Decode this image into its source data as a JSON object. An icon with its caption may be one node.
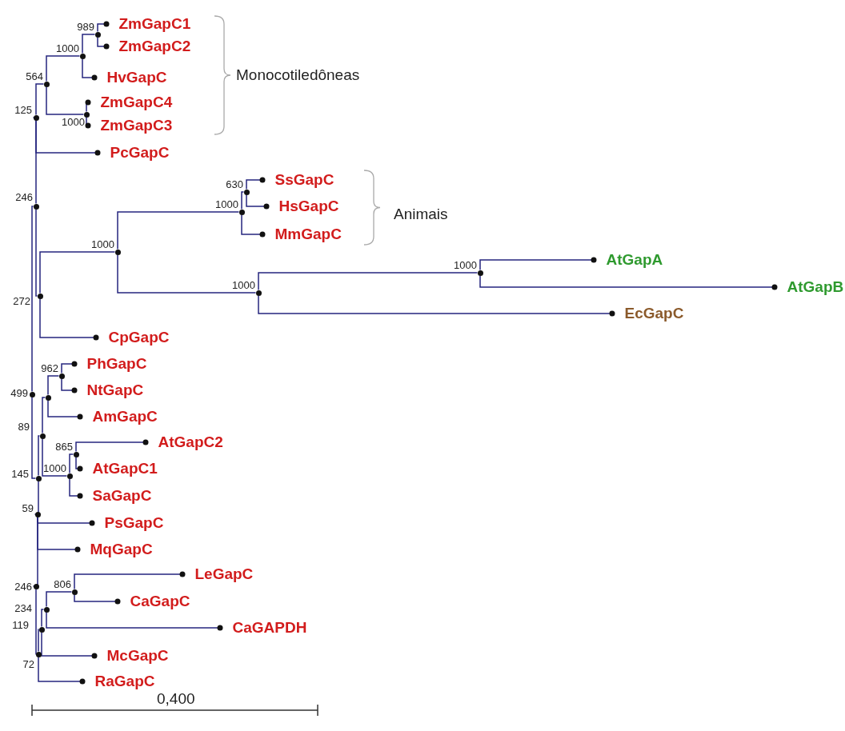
{
  "diagram": {
    "nodes": [
      {
        "text": [],
        "shape": "circle",
        "beside": [
          "499"
        ]
      },
      {
        "text": [],
        "shape": "circle",
        "beside": [
          "246"
        ]
      },
      {
        "text": [],
        "shape": "circle",
        "beside": [
          "125"
        ]
      },
      {
        "text": [],
        "shape": "circle",
        "beside": [
          "564"
        ]
      },
      {
        "text": [],
        "shape": "circle",
        "beside": [
          "1000"
        ]
      },
      {
        "text": [],
        "shape": "circle",
        "beside": [
          "989"
        ]
      },
      {
        "text": [
          "ZmGapC1"
        ]
      },
      {
        "text": [
          "ZmGapC2"
        ]
      },
      {
        "text": [
          "HvGapC"
        ]
      },
      {
        "text": [],
        "shape": "circle",
        "beside": [
          "1000"
        ]
      },
      {
        "text": [
          "ZmGapC4"
        ]
      },
      {
        "text": [
          "ZmGapC3"
        ]
      },
      {
        "text": [
          "PcGapC"
        ]
      },
      {
        "text": [],
        "shape": "circle",
        "beside": [
          "272"
        ]
      },
      {
        "text": [],
        "shape": "circle",
        "beside": [
          "1000"
        ]
      },
      {
        "text": [],
        "shape": "circle",
        "beside": [
          "1000"
        ]
      },
      {
        "text": [],
        "shape": "circle",
        "beside": [
          "630"
        ]
      },
      {
        "text": [
          "SsGapC"
        ]
      },
      {
        "text": [
          "HsGapC"
        ]
      },
      {
        "text": [
          "MmGapC"
        ]
      },
      {
        "text": [],
        "shape": "circle",
        "beside": [
          "1000"
        ]
      },
      {
        "text": [],
        "shape": "circle",
        "beside": [
          "1000"
        ]
      },
      {
        "text": [
          "AtGapA"
        ]
      },
      {
        "text": [
          "AtGapB"
        ]
      },
      {
        "text": [
          "EcGapC"
        ]
      },
      {
        "text": [
          "CpGapC"
        ]
      },
      {
        "text": [],
        "shape": "circle",
        "beside": [
          "145"
        ]
      },
      {
        "text": [],
        "shape": "circle",
        "beside": [
          "89"
        ]
      },
      {
        "text": [],
        "shape": "circle"
      },
      {
        "text": [],
        "shape": "circle",
        "beside": [
          "962"
        ]
      },
      {
        "text": [
          "PhGapC"
        ]
      },
      {
        "text": [
          "NtGapC"
        ]
      },
      {
        "text": [
          "AmGapC"
        ]
      },
      {
        "text": [],
        "shape": "circle",
        "beside": [
          "1000"
        ]
      },
      {
        "text": [],
        "shape": "circle",
        "beside": [
          "865"
        ]
      },
      {
        "text": [
          "AtGapC2"
        ]
      },
      {
        "text": [
          "AtGapC1"
        ]
      },
      {
        "text": [
          "SaGapC"
        ]
      },
      {
        "text": [],
        "shape": "circle",
        "beside": [
          "59"
        ]
      },
      {
        "text": [
          "PsGapC"
        ]
      },
      {
        "text": [
          "MqGapC"
        ]
      },
      {
        "text": [],
        "shape": "circle",
        "beside": [
          "246"
        ]
      },
      {
        "text": [],
        "shape": "circle",
        "beside": [
          "72"
        ]
      },
      {
        "text": [],
        "shape": "circle",
        "beside": [
          "119"
        ]
      },
      {
        "text": [],
        "shape": "circle",
        "beside": [
          "234"
        ]
      },
      {
        "text": [],
        "shape": "circle",
        "beside": [
          "806"
        ]
      },
      {
        "text": [
          "LeGapC"
        ]
      },
      {
        "text": [
          "CaGapC"
        ]
      },
      {
        "text": [
          "CaGAPDH"
        ]
      },
      {
        "text": [
          "McGapC"
        ]
      },
      {
        "text": [
          "RaGapC"
        ]
      }
    ],
    "edges": [
      {
        "from": 0,
        "to": 1,
        "arrow": "none"
      },
      {
        "from": 1,
        "to": 2,
        "arrow": "none"
      },
      {
        "from": 2,
        "to": 3,
        "arrow": "none"
      },
      {
        "from": 3,
        "to": 4,
        "arrow": "none"
      },
      {
        "from": 4,
        "to": 5,
        "arrow": "none"
      },
      {
        "from": 5,
        "to": 6,
        "arrow": "other"
      },
      {
        "from": 5,
        "to": 7,
        "arrow": "other"
      },
      {
        "from": 4,
        "to": 8,
        "arrow": "other"
      },
      {
        "from": 3,
        "to": 9,
        "arrow": "none"
      },
      {
        "from": 9,
        "to": 10,
        "arrow": "other"
      },
      {
        "from": 9,
        "to": 11,
        "arrow": "other"
      },
      {
        "from": 2,
        "to": 12,
        "arrow": "other"
      },
      {
        "from": 1,
        "to": 13,
        "arrow": "none"
      },
      {
        "from": 13,
        "to": 14,
        "arrow": "none"
      },
      {
        "from": 14,
        "to": 15,
        "arrow": "none"
      },
      {
        "from": 15,
        "to": 16,
        "arrow": "none"
      },
      {
        "from": 16,
        "to": 17,
        "arrow": "other"
      },
      {
        "from": 16,
        "to": 18,
        "arrow": "other"
      },
      {
        "from": 15,
        "to": 19,
        "arrow": "other"
      },
      {
        "from": 14,
        "to": 20,
        "arrow": "none"
      },
      {
        "from": 20,
        "to": 21,
        "arrow": "none"
      },
      {
        "from": 21,
        "to": 22,
        "arrow": "other"
      },
      {
        "from": 21,
        "to": 23,
        "arrow": "other"
      },
      {
        "from": 20,
        "to": 24,
        "arrow": "other"
      },
      {
        "from": 13,
        "to": 25,
        "arrow": "other"
      },
      {
        "from": 0,
        "to": 26,
        "arrow": "none"
      },
      {
        "from": 26,
        "to": 27,
        "arrow": "none"
      },
      {
        "from": 27,
        "to": 28,
        "arrow": "none"
      },
      {
        "from": 28,
        "to": 29,
        "arrow": "none"
      },
      {
        "from": 29,
        "to": 30,
        "arrow": "other"
      },
      {
        "from": 29,
        "to": 31,
        "arrow": "other"
      },
      {
        "from": 28,
        "to": 32,
        "arrow": "other"
      },
      {
        "from": 27,
        "to": 33,
        "arrow": "none"
      },
      {
        "from": 33,
        "to": 34,
        "arrow": "none"
      },
      {
        "from": 34,
        "to": 35,
        "arrow": "other"
      },
      {
        "from": 34,
        "to": 36,
        "arrow": "other"
      },
      {
        "from": 33,
        "to": 37,
        "arrow": "other"
      },
      {
        "from": 26,
        "to": 38,
        "arrow": "none"
      },
      {
        "from": 38,
        "to": 39,
        "arrow": "other"
      },
      {
        "from": 38,
        "to": 40,
        "arrow": "other"
      },
      {
        "from": 38,
        "to": 41,
        "arrow": "none"
      },
      {
        "from": 41,
        "to": 42,
        "arrow": "none"
      },
      {
        "from": 42,
        "to": 43,
        "arrow": "none"
      },
      {
        "from": 43,
        "to": 44,
        "arrow": "none"
      },
      {
        "from": 44,
        "to": 45,
        "arrow": "none"
      },
      {
        "from": 45,
        "to": 46,
        "arrow": "other"
      },
      {
        "from": 45,
        "to": 47,
        "arrow": "other"
      },
      {
        "from": 44,
        "to": 48,
        "arrow": "other"
      },
      {
        "from": 43,
        "to": 49,
        "arrow": "other"
      },
      {
        "from": 42,
        "to": 50,
        "arrow": "other"
      }
    ],
    "labels": [
      "Monocotiledôneas",
      "Animais",
      "0,400"
    ]
  }
}
